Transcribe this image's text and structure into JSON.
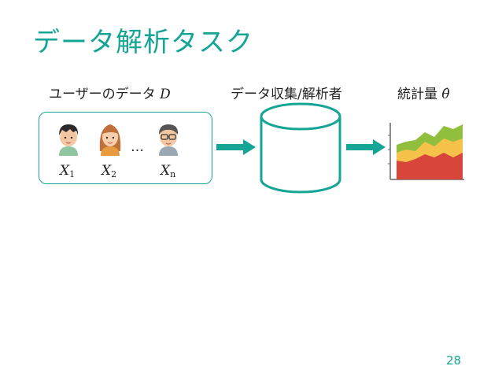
{
  "slide": {
    "title": "データ解析タスク",
    "page_number": "28"
  },
  "labels": {
    "users_prefix": "ユーザーのデータ",
    "users_var": "D",
    "collector": "データ収集/解析者",
    "stat_prefix": "統計量",
    "stat_var": "θ̂"
  },
  "users": [
    {
      "var": "X",
      "sub": "1"
    },
    {
      "var": "X",
      "sub": "2"
    },
    {
      "var": "X",
      "sub": "n"
    }
  ],
  "ellipsis": "…",
  "colors": {
    "accent": "#14a596",
    "arrow": "#14a596",
    "chart_red": "#d8453a",
    "chart_yellow": "#f7c24a",
    "chart_green": "#8fbf3c"
  }
}
